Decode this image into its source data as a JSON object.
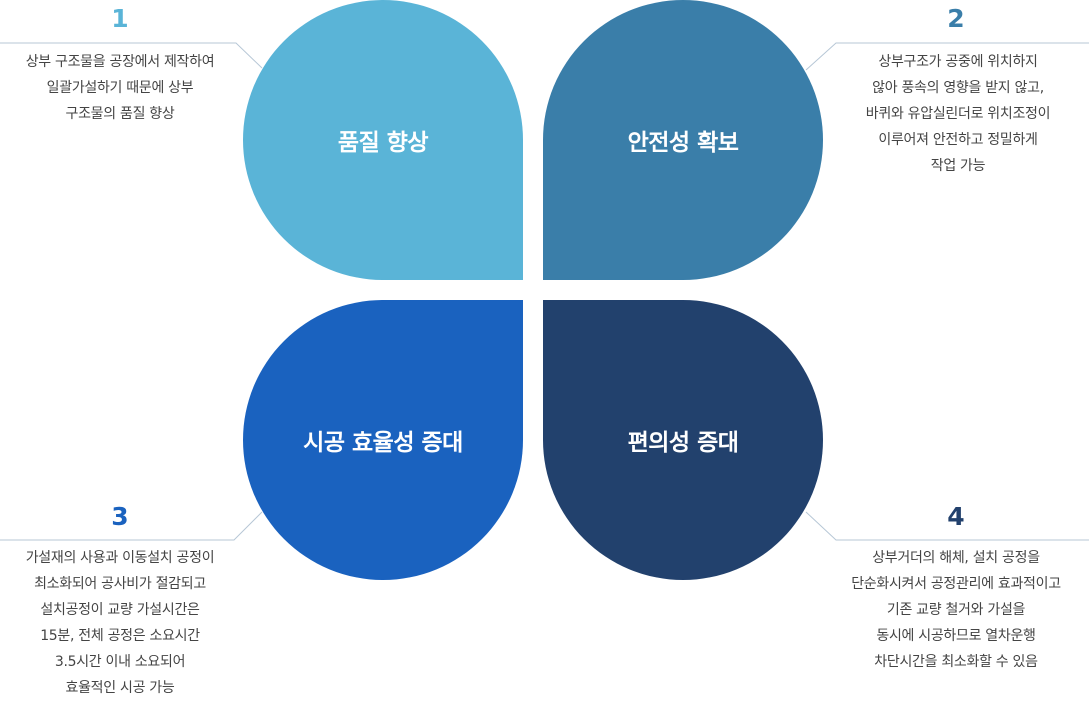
{
  "items": [
    {
      "number": "1",
      "title": "품질 향상",
      "description": "상부 구조물을 공장에서 제작하여\n일괄가설하기 때문에 상부\n구조물의 품질 향상"
    },
    {
      "number": "2",
      "title": "안전성 확보",
      "description": "상부구조가 공중에 위치하지\n않아 풍속의 영향을 받지 않고,\n바퀴와 유압실린더로 위치조정이\n이루어져 안전하고 정밀하게\n작업 가능"
    },
    {
      "number": "3",
      "title": "시공 효율성 증대",
      "description": "가설재의 사용과 이동설치 공정이\n최소화되어 공사비가 절감되고\n설치공정이 교량 가설시간은\n15분, 전체 공정은 소요시간\n3.5시간 이내 소요되어\n효율적인 시공 가능"
    },
    {
      "number": "4",
      "title": "편의성 증대",
      "description": "상부거더의 해체, 설치 공정을\n단순화시켜서 공정관리에 효과적이고\n기존 교량 철거와 가설을\n동시에 시공하므로 열차운행\n차단시간을 최소화할 수 있음"
    }
  ],
  "colors": {
    "petal_1": "#5ab4d7",
    "petal_2": "#3a7ea9",
    "petal_3": "#1a62bf",
    "petal_4": "#22416d",
    "number_1": "#5ab4d7",
    "number_2": "#3a7ea9",
    "number_3": "#1a62bf",
    "number_4": "#22416d",
    "connector": "#b7c7d6"
  }
}
